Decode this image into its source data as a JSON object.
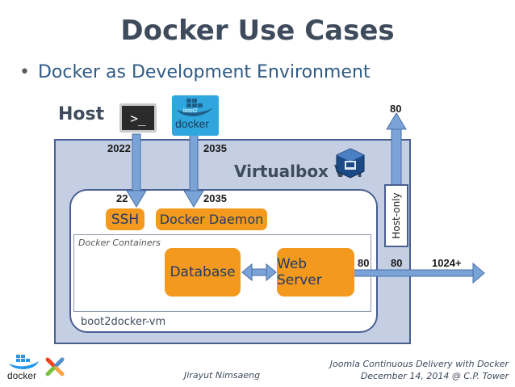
{
  "slide": {
    "title": "Docker Use Cases",
    "bullet": "Docker as Development Environment"
  },
  "diagram": {
    "host_label": "Host",
    "vm_label": "Virtualbox VM",
    "inner_label": "boot2docker-vm",
    "containers_label": "Docker Containers",
    "nodes": {
      "ssh": "SSH",
      "daemon": "Docker Daemon",
      "database": "Database",
      "web_server": "Web Server"
    },
    "host_only_label": "Host-only",
    "ports": {
      "host_ssh": "2022",
      "host_daemon": "2035",
      "vm_ssh": "22",
      "vm_daemon": "2035",
      "host_only_up": "80",
      "web_out": "80",
      "vm_out": "80",
      "host_out": "1024+"
    },
    "icons": {
      "terminal": "terminal-icon",
      "terminal_glyph": ">_",
      "boot2docker": "boot2docker-logo",
      "boot2docker_small": "boot2",
      "boot2docker_word": "docker",
      "virtualbox": "virtualbox-icon"
    },
    "colors": {
      "vm_fill": "#c5cfe4",
      "border": "#4a5f91",
      "node": "#f39a1e",
      "arrow": "#7aa3d8"
    }
  },
  "footer": {
    "author": "Jirayut Nimsaeng",
    "line1": "Joomla Continuous Delivery with Docker",
    "line2": "December 14, 2014 @ C.P. Tower",
    "docker_word": "docker"
  }
}
